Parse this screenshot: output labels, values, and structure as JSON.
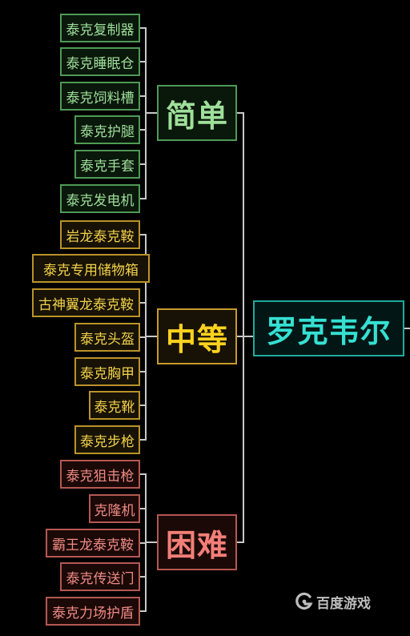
{
  "root": {
    "label": "罗克韦尔"
  },
  "categories": {
    "easy": {
      "label": "简单",
      "items": [
        "泰克复制器",
        "泰克睡眠仓",
        "泰克饲料槽",
        "泰克护腿",
        "泰克手套",
        "泰克发电机"
      ]
    },
    "medium": {
      "label": "中等",
      "items": [
        "岩龙泰克鞍",
        "泰克专用储物箱",
        "古神翼龙泰克鞍",
        "泰克头盔",
        "泰克胸甲",
        "泰克靴",
        "泰克步枪"
      ]
    },
    "hard": {
      "label": "困难",
      "items": [
        "泰克狙击枪",
        "克隆机",
        "霸王龙泰克鞍",
        "泰克传送门",
        "泰克力场护盾"
      ]
    }
  },
  "watermark": {
    "icon": "baidu-games-logo-icon",
    "text": "百度游戏"
  },
  "colors": {
    "easy": "#9ee09a",
    "medium": "#ffd21f",
    "hard": "#f37f78",
    "root": "#35e0d2",
    "background": "#000000",
    "connector": "#c8c8c8"
  }
}
